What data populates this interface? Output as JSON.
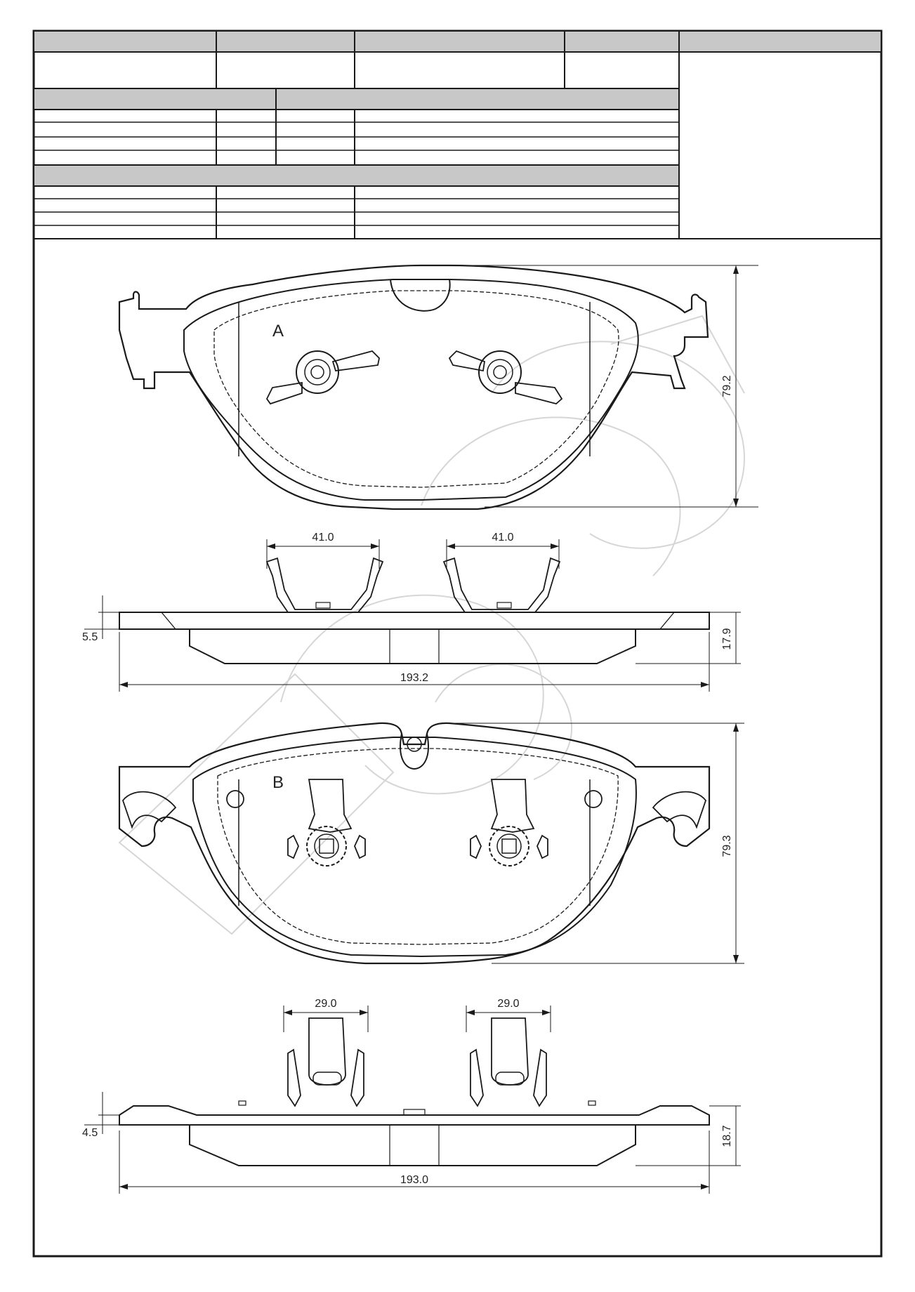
{
  "drawing": {
    "view_a": {
      "label": "A",
      "height_dim": "79.2",
      "clip_width_left": "41.0",
      "clip_width_right": "41.0",
      "backplate_thickness": "5.5",
      "total_thickness": "17.9",
      "overall_width": "193.2"
    },
    "view_b": {
      "label": "B",
      "height_dim": "79.3",
      "clip_width_left": "29.0",
      "clip_width_right": "29.0",
      "backplate_thickness": "4.5",
      "total_thickness": "18.7",
      "overall_width": "193.0"
    }
  },
  "colors": {
    "line": "#1a1a1a",
    "header_fill": "#c8c8c8",
    "watermark": "#d9d9d9"
  }
}
